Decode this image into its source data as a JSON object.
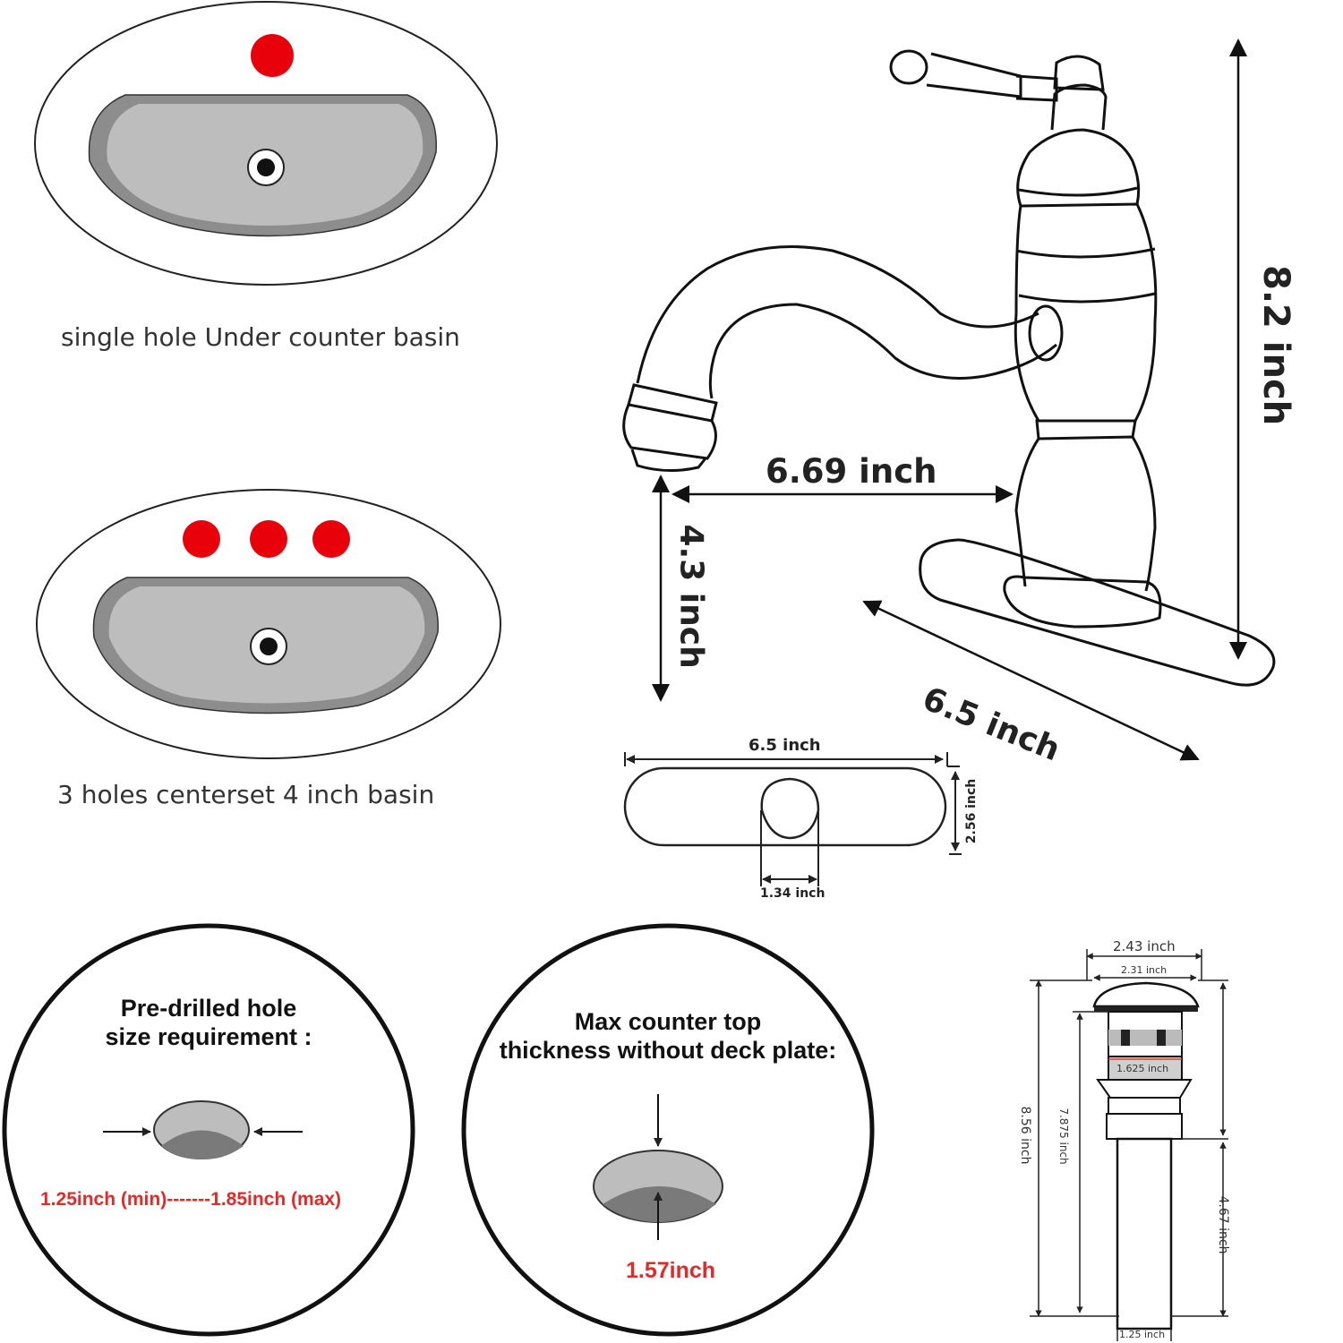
{
  "basin_single": {
    "caption": "single hole Under counter basin"
  },
  "basin_three": {
    "caption": "3 holes centerset 4 inch basin"
  },
  "faucet": {
    "height_label": "8.2 inch",
    "reach_label": "6.69 inch",
    "spout_height_label": "4.3 inch",
    "plate_length_label": "6.5 inch"
  },
  "deck_plate": {
    "length_label": "6.5 inch",
    "width_label": "2.56 inch",
    "hole_label": "1.34 inch"
  },
  "hole_requirement": {
    "title_line1": "Pre-drilled hole",
    "title_line2": "size requirement :",
    "range_label": "1.25inch (min)-------1.85inch (max)"
  },
  "counter_thickness": {
    "title_line1": "Max counter top",
    "title_line2": "thickness without deck plate:",
    "value_label": "1.57inch"
  },
  "drain": {
    "top_outer_label": "2.43 inch",
    "top_inner_label": "2.31 inch",
    "middle_label": "1.625 inch",
    "total_height_label": "8.56 inch",
    "inner_height_label": "7.875 inch",
    "tail_height_label": "4.67 inch",
    "bottom_label": "1.25 inch"
  },
  "colors": {
    "hole_red": "#e8000b",
    "basin_gray": "#b7b7b7",
    "basin_dark": "#8a8a8a",
    "label_red": "#e12a2a"
  }
}
